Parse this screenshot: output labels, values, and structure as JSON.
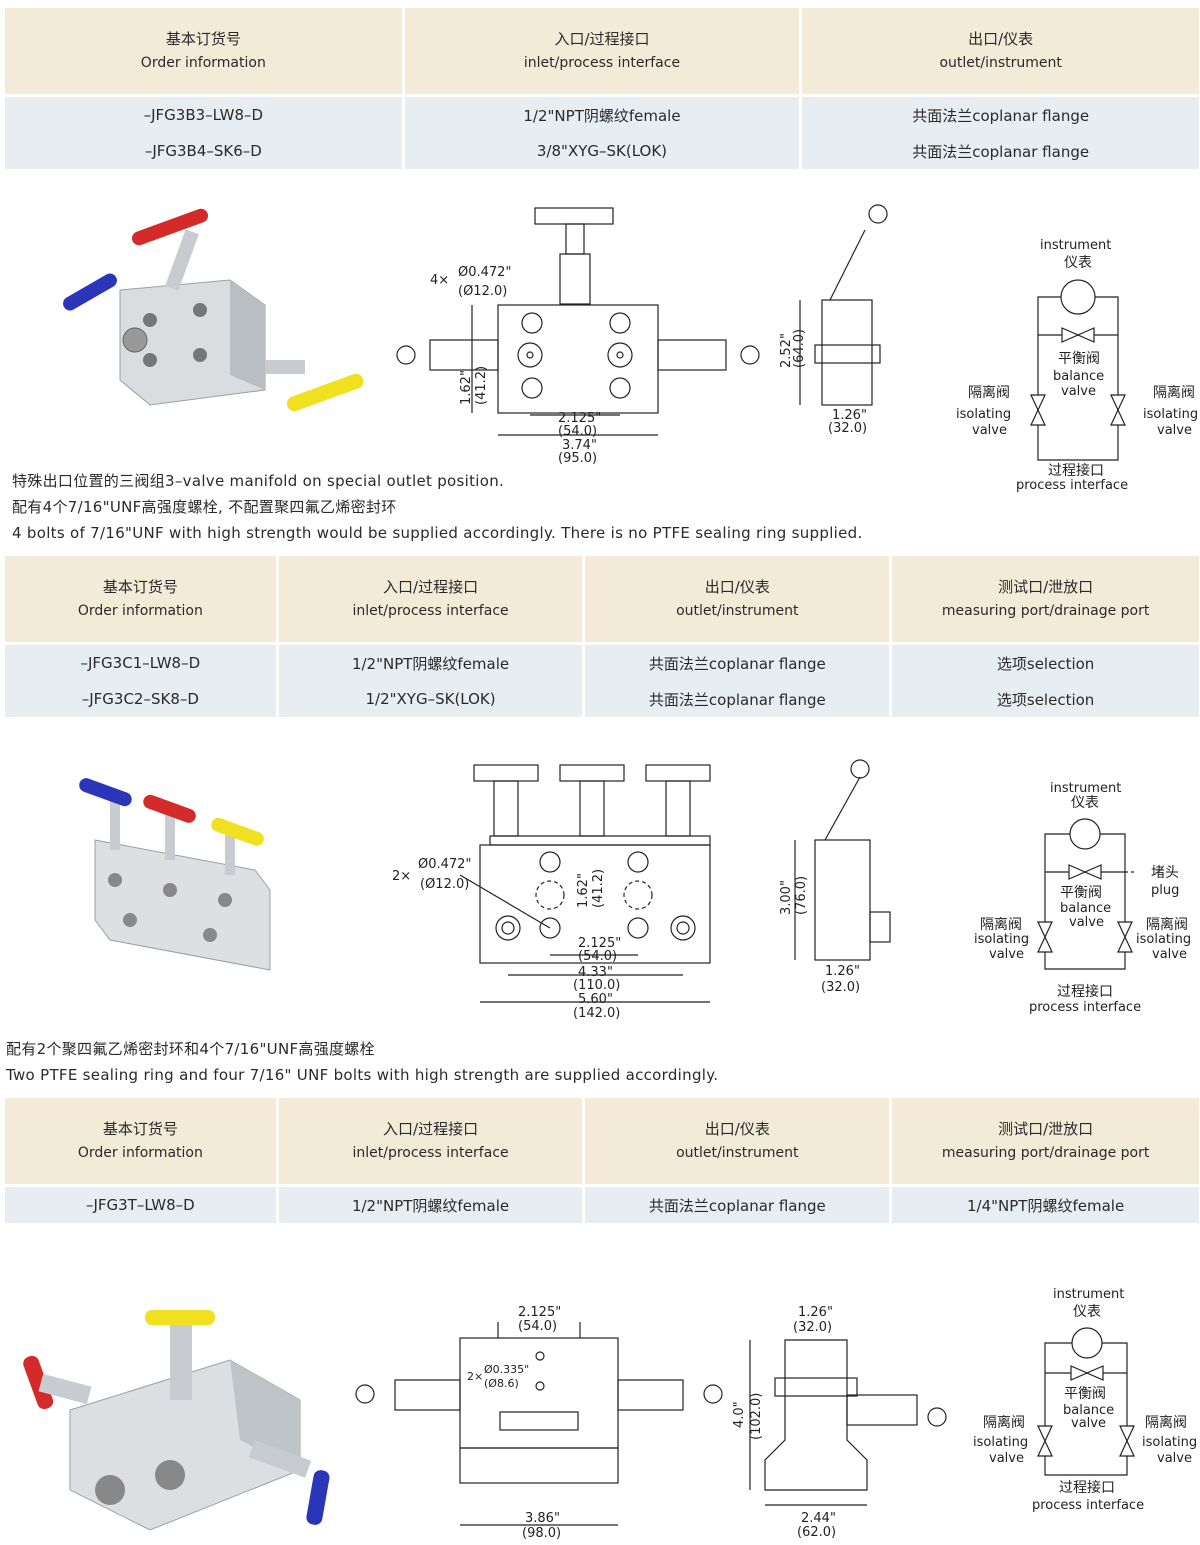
{
  "table1": {
    "headers": [
      {
        "cn": "基本订货号",
        "en": "Order  information"
      },
      {
        "cn": "入口/过程接口",
        "en": "inlet/process  interface"
      },
      {
        "cn": "出口/仪表",
        "en": "outlet/instrument"
      }
    ],
    "rows": [
      [
        "–JFG3B3–LW8–D",
        "1/2\"NPT阴螺纹female",
        "共面法兰coplanar  flange"
      ],
      [
        "–JFG3B4–SK6–D",
        "3/8\"XYG–SK(LOK)",
        "共面法兰coplanar  flange"
      ]
    ]
  },
  "note1": {
    "line1": "特殊出口位置的三阀组3–valve manifold on special outlet position.",
    "line2": "配有4个7/16\"UNF高强度螺栓, 不配置聚四氟乙烯密封环",
    "line3": "4 bolts of 7/16\"UNF with high strength would be supplied accordingly. There is no PTFE sealing ring supplied."
  },
  "table2": {
    "headers": [
      {
        "cn": "基本订货号",
        "en": "Order  information"
      },
      {
        "cn": "入口/过程接口",
        "en": "inlet/process  interface"
      },
      {
        "cn": "出口/仪表",
        "en": "outlet/instrument"
      },
      {
        "cn": "测试口/泄放口",
        "en": "measuring  port/drainage  port"
      }
    ],
    "rows": [
      [
        "–JFG3C1–LW8–D",
        "1/2\"NPT阴螺纹female",
        "共面法兰coplanar  flange",
        "选项selection"
      ],
      [
        "–JFG3C2–SK8–D",
        "1/2\"XYG–SK(LOK)",
        "共面法兰coplanar  flange",
        "选项selection"
      ]
    ]
  },
  "note2": {
    "line1": "配有2个聚四氟乙烯密封环和4个7/16\"UNF高强度螺栓",
    "line2": "Two PTFE sealing ring and four 7/16\" UNF bolts with high strength are supplied accordingly."
  },
  "table3": {
    "headers": [
      {
        "cn": "基本订货号",
        "en": "Order  information"
      },
      {
        "cn": "入口/过程接口",
        "en": "inlet/process  interface"
      },
      {
        "cn": "出口/仪表",
        "en": "outlet/instrument"
      },
      {
        "cn": "测试口/泄放口",
        "en": "measuring  port/drainage  port"
      }
    ],
    "rows": [
      [
        "–JFG3T–LW8–D",
        "1/2\"NPT阴螺纹female",
        "共面法兰coplanar  flange",
        "1/4\"NPT阴螺纹female"
      ]
    ]
  },
  "diagram1": {
    "holes": "4×",
    "hole_dia_in": "Ø0.472\"",
    "hole_dia_mm": "(Ø12.0)",
    "d1_in": "2.125\"",
    "d1_mm": "(54.0)",
    "d2_in": "3.74\"",
    "d2_mm": "(95.0)",
    "d3_in": "1.62\"",
    "d3_mm": "(41.2)",
    "d4_in": "2.52\"",
    "d4_mm": "(64.0)",
    "d5_in": "1.26\"",
    "d5_mm": "(32.0)"
  },
  "diagram2": {
    "holes": "2×",
    "hole_dia_in": "Ø0.472\"",
    "hole_dia_mm": "(Ø12.0)",
    "d1_in": "1.62\"",
    "d1_mm": "(41.2)",
    "d2_in": "2.125\"",
    "d2_mm": "(54.0)",
    "d3_in": "4.33\"",
    "d3_mm": "(110.0)",
    "d4_in": "5.60\"",
    "d4_mm": "(142.0)",
    "d5_in": "3.00\"",
    "d5_mm": "(76.0)",
    "d6_in": "1.26\"",
    "d6_mm": "(32.0)"
  },
  "diagram3": {
    "holes": "2×",
    "hole_dia_in": "Ø0.335\"",
    "hole_dia_mm": "(Ø8.6)",
    "d1_in": "2.125\"",
    "d1_mm": "(54.0)",
    "d2_in": "3.86\"",
    "d2_mm": "(98.0)",
    "d3_in": "1.26\"",
    "d3_mm": "(32.0)",
    "d4_in": "4.0\"",
    "d4_mm": "(102.0)",
    "d5_in": "2.44\"",
    "d5_mm": "(62.0)"
  },
  "schematic": {
    "instrument_en": "instrument",
    "instrument_cn": "仪表",
    "balance_cn": "平衡阀",
    "balance_en1": "balance",
    "balance_en2": "valve",
    "isolating_cn": "隔离阀",
    "isolating_en1": "isolating",
    "isolating_en2": "valve",
    "process_cn": "过程接口",
    "process_en": "process  interface",
    "plug_cn": "堵头",
    "plug_en": "plug"
  },
  "colors": {
    "header_bg": "#f3ead8",
    "row_bg": "#e7edf1",
    "handle_red": "#d42a2a",
    "handle_blue": "#2a35b8",
    "handle_yellow": "#f0e020"
  }
}
